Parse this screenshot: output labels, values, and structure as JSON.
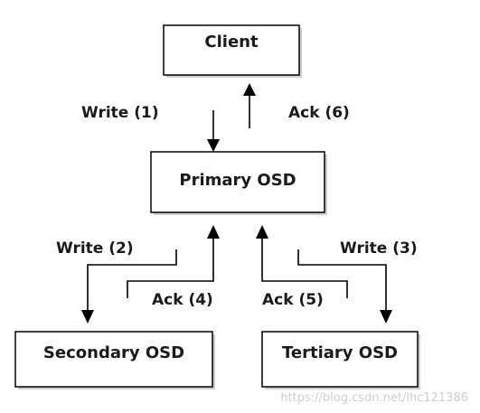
{
  "nodes": {
    "client": "Client",
    "primary": "Primary OSD",
    "secondary": "Secondary OSD",
    "tertiary": "Tertiary OSD"
  },
  "edges": {
    "write1": "Write (1)",
    "ack6": "Ack (6)",
    "write2": "Write (2)",
    "ack4": "Ack (4)",
    "ack5": "Ack (5)",
    "write3": "Write (3)"
  },
  "watermark": "https://blog.csdn.net/lhc121386",
  "colors": {
    "stroke": "#000000",
    "text": "#1a1a1a",
    "watermark": "#cfcfcf"
  }
}
